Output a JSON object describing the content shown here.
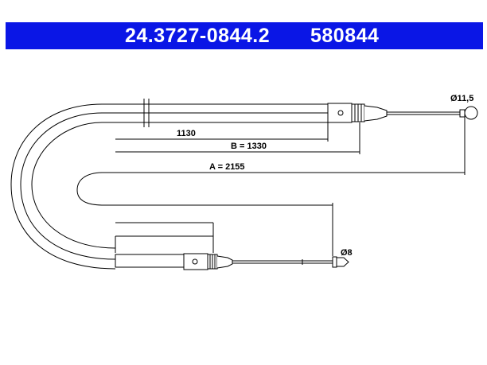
{
  "header": {
    "part_number": "24.3727-0844.2",
    "reference": "580844",
    "background_color": "#0a16e6"
  },
  "dimensions": {
    "inner": "1130",
    "b": "B = 1330",
    "a": "A = 2155",
    "end_diameter_top": "Ø11,5",
    "end_diameter_bottom": "Ø8"
  }
}
